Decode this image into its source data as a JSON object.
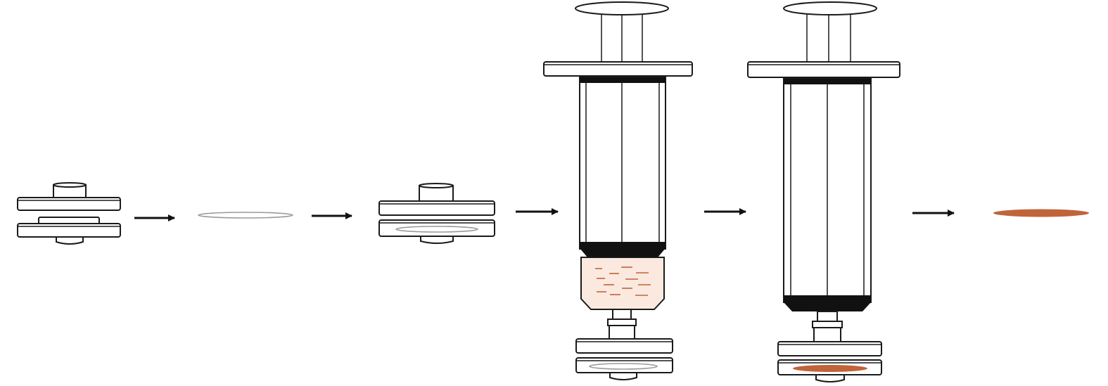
{
  "diagram": {
    "steps": [
      {
        "id": "open-filter-holder",
        "icon": "filter-holder-open-icon"
      },
      {
        "id": "membrane-filter",
        "icon": "membrane-disc-icon"
      },
      {
        "id": "assembled-filter-holder",
        "icon": "filter-holder-closed-icon"
      },
      {
        "id": "syringe-loaded",
        "icon": "syringe-with-sample-icon"
      },
      {
        "id": "syringe-pushed",
        "icon": "syringe-empty-icon"
      },
      {
        "id": "loaded-membrane",
        "icon": "colored-membrane-icon"
      }
    ],
    "arrows": 5
  },
  "colors": {
    "line": "#1a1a1a",
    "clean_membrane": "#9a9a9a",
    "sample": "#c0643a",
    "liquid_fill": "#fbe9df",
    "plunger": "#111111"
  }
}
